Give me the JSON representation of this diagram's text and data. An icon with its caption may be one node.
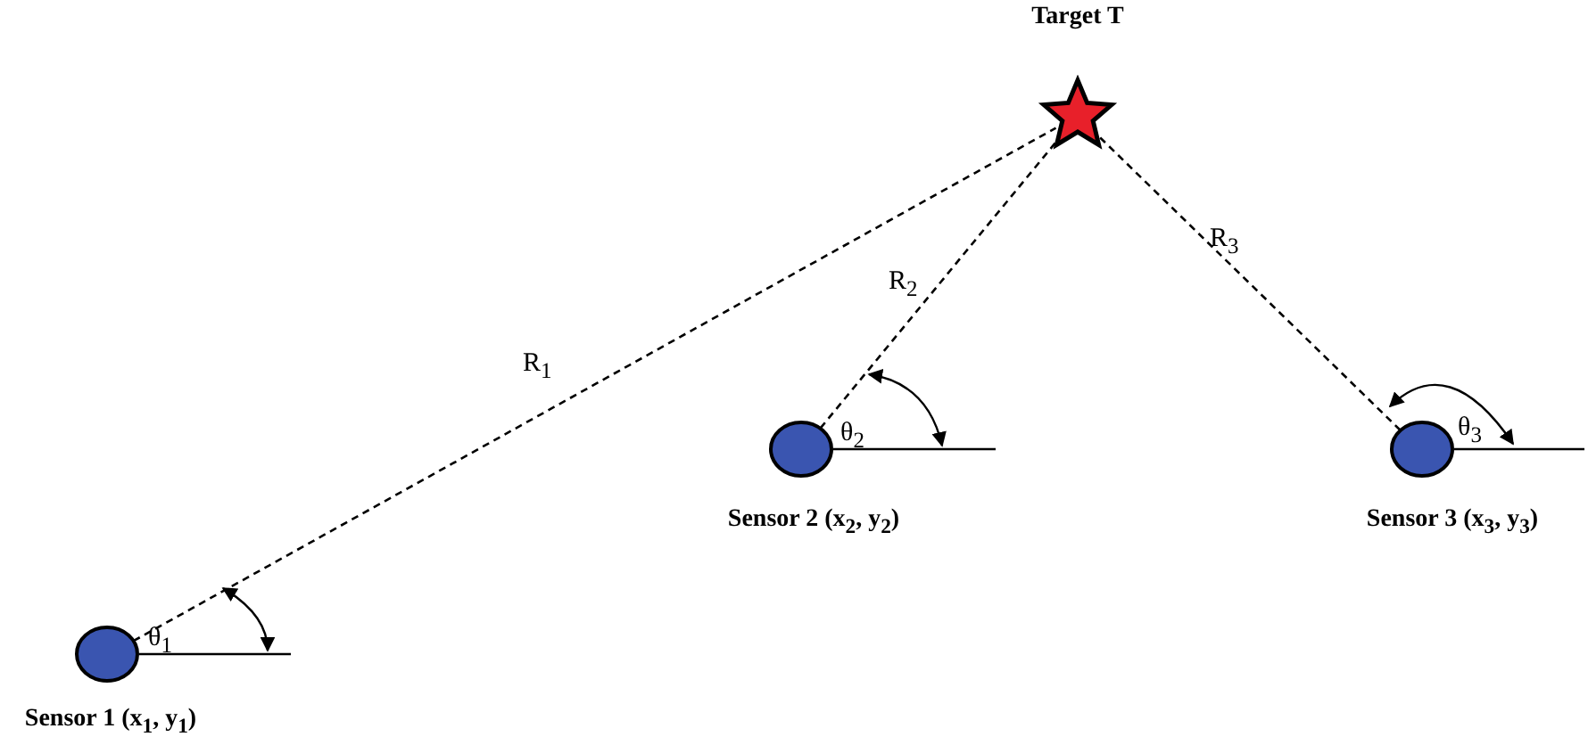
{
  "diagram": {
    "nodes": [
      {
        "text": [
          "Target T"
        ]
      },
      {
        "text": [
          "Sensor 1 (x$_{1}$, y$_{1}$)"
        ]
      },
      {
        "text": [
          "Sensor 2 (x$_{2}$, y$_{2}$)"
        ]
      },
      {
        "text": [
          "Sensor 3 (x$_{3}$, y$_{3}$)"
        ]
      }
    ],
    "edges": [
      {
        "from": 1,
        "to": 0,
        "arrow": "none",
        "label": "R$_{1}$",
        "style": "dashed"
      },
      {
        "from": 2,
        "to": 0,
        "arrow": "none",
        "label": "R$_{2}$",
        "style": "dashed"
      },
      {
        "from": 3,
        "to": 0,
        "arrow": "none",
        "label": "R$_{3}$",
        "style": "dashed"
      }
    ],
    "labels": [
      "θ$_{1}$",
      "θ$_{2}$",
      "θ$_{3}$"
    ]
  }
}
